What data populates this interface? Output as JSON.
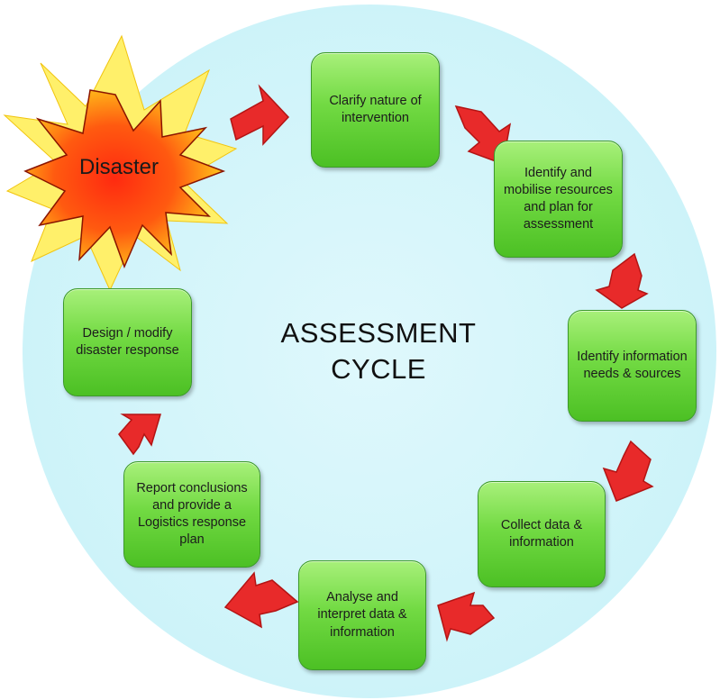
{
  "title": {
    "line1": "ASSESSMENT",
    "line2": "CYCLE"
  },
  "trigger": {
    "label": "Disaster"
  },
  "steps": [
    {
      "label": "Clarify nature of intervention"
    },
    {
      "label": "Identify and mobilise resources and plan for assessment"
    },
    {
      "label": "Identify information needs & sources"
    },
    {
      "label": "Collect data & information"
    },
    {
      "label": "Analyse and interpret data & information"
    },
    {
      "label": "Report conclusions and provide a Logistics response plan"
    },
    {
      "label": "Design / modify disaster response"
    }
  ],
  "colors": {
    "cycle_background": "#d6f6fb",
    "step_box_fill": "#72da43",
    "arrow_fill": "#e82a2a",
    "starburst_outer": "#ffe23a",
    "starburst_inner": "#ff3a10"
  }
}
